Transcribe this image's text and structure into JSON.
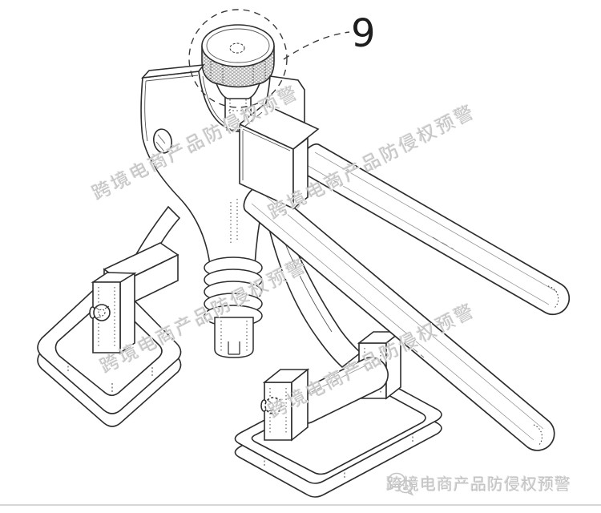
{
  "figure": {
    "reference_label": "9"
  },
  "watermark": {
    "text": "跨境电商产品防侵权预警"
  },
  "footer": {
    "icon": "wechat-icon",
    "text": "跨境电商产品防侵权预警"
  },
  "colors": {
    "ink": "#2d2d2d",
    "watermark": "#c6c6c6",
    "background": "#ffffff",
    "divider": "#d6d6d6"
  }
}
